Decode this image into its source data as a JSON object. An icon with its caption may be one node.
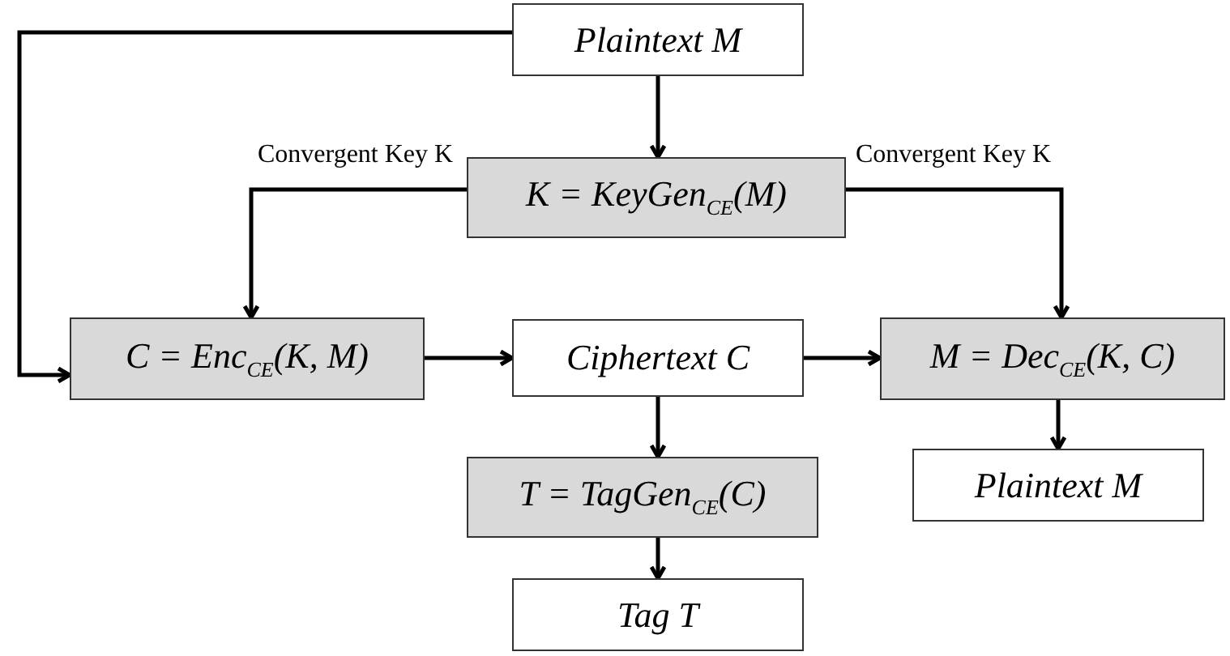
{
  "diagram": {
    "nodes": [
      {
        "text": [
          "Plaintext M"
        ]
      },
      {
        "text": [
          "K = KeyGen$_{CE}$(M)"
        ]
      },
      {
        "text": [
          "C = Enc$_{CE}$(K, M)"
        ]
      },
      {
        "text": [
          "Ciphertext C"
        ]
      },
      {
        "text": [
          "M = Dec$_{CE}$(K, C)"
        ]
      },
      {
        "text": [
          "T = TagGen$_{CE}$(C)"
        ]
      },
      {
        "text": [
          "Plaintext M"
        ]
      },
      {
        "text": [
          "Tag T"
        ]
      }
    ],
    "edges": [
      {
        "from": 0,
        "to": 1,
        "arrow": "to"
      },
      {
        "from": 1,
        "to": 2,
        "arrow": "to",
        "label": "Convergent Key K"
      },
      {
        "from": 1,
        "to": 4,
        "arrow": "to",
        "label": "Convergent Key K"
      },
      {
        "from": 0,
        "to": 2,
        "arrow": "to"
      },
      {
        "from": 2,
        "to": 3,
        "arrow": "to"
      },
      {
        "from": 3,
        "to": 4,
        "arrow": "to"
      },
      {
        "from": 3,
        "to": 5,
        "arrow": "to"
      },
      {
        "from": 4,
        "to": 6,
        "arrow": "to"
      },
      {
        "from": 5,
        "to": 7,
        "arrow": "to"
      }
    ]
  }
}
